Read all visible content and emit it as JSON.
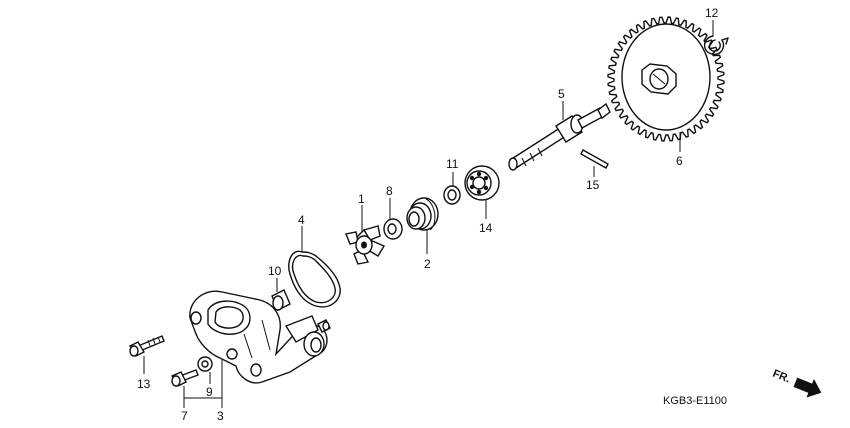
{
  "labels": {
    "p1": "1",
    "p2": "2",
    "p3": "3",
    "p4": "4",
    "p5": "5",
    "p6": "6",
    "p7": "7",
    "p8": "8",
    "p9": "9",
    "p10": "10",
    "p11": "11",
    "p12": "12",
    "p13": "13",
    "p14": "14",
    "p15": "15"
  },
  "diagram_code": "KGB3-E1100",
  "front_marker": "FR."
}
